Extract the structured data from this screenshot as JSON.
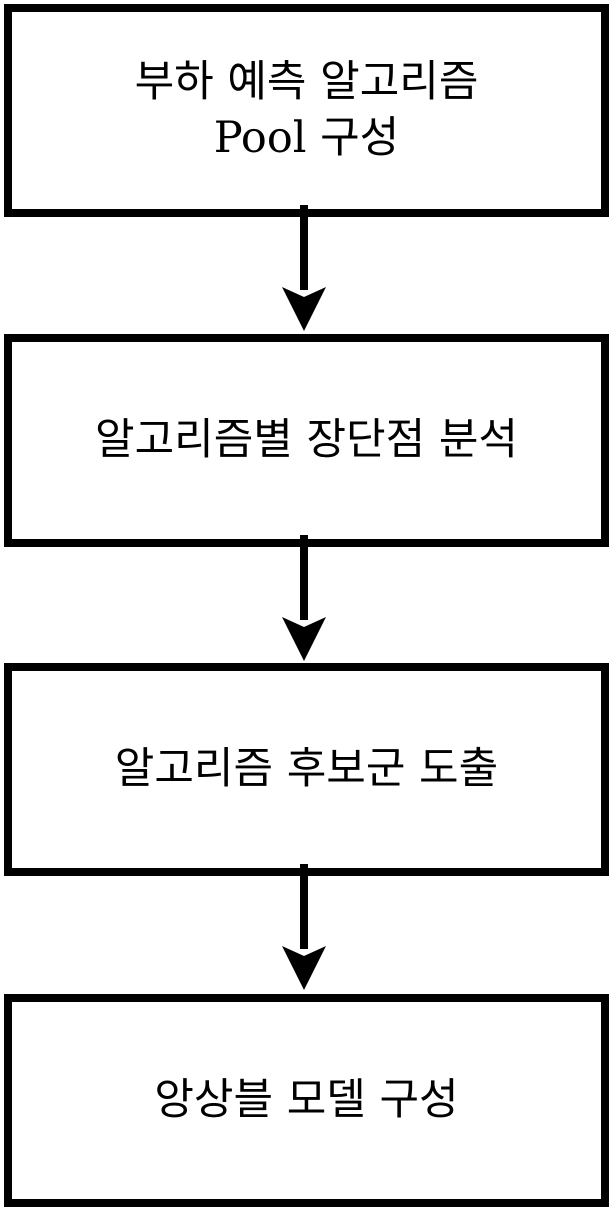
{
  "steps": [
    {
      "lines": [
        "부하 예측 알고리즘",
        "Pool 구성"
      ]
    },
    {
      "lines": [
        "알고리즘별 장단점 분석"
      ]
    },
    {
      "lines": [
        "알고리즘 후보군 도출"
      ]
    },
    {
      "lines": [
        "앙상블 모델 구성"
      ]
    }
  ],
  "colors": {
    "stroke": "#000000",
    "fill": "#ffffff"
  }
}
